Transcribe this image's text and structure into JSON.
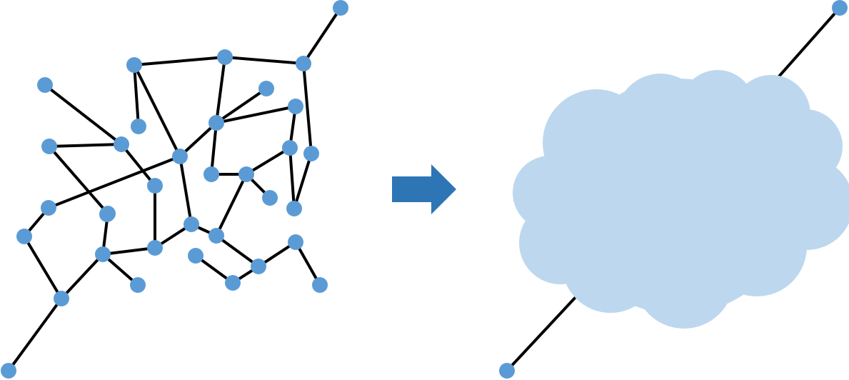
{
  "diagram": {
    "colors": {
      "node": "#5b9bd5",
      "edge": "#000000",
      "arrow": "#2e75b6",
      "cloud": "#bdd7ee"
    },
    "left_network": {
      "nodes": [
        "n01",
        "n02",
        "n03",
        "n04",
        "n05",
        "n06",
        "n07",
        "n08",
        "n09",
        "n10",
        "n11",
        "n12",
        "n13",
        "n14",
        "n15",
        "n16",
        "n17",
        "n18",
        "n19",
        "n20",
        "n21",
        "n22",
        "n23",
        "n24",
        "n25",
        "n26",
        "n27",
        "n28",
        "n29",
        "n30",
        "n31",
        "n32",
        "n33",
        "n34",
        "n35",
        "n36",
        "n37",
        "n38"
      ],
      "edges": [
        [
          "n01",
          "n02"
        ],
        [
          "n02",
          "n04"
        ],
        [
          "n04",
          "n03"
        ],
        [
          "n03",
          "n04"
        ],
        [
          "n03",
          "n05"
        ],
        [
          "n03",
          "n06"
        ],
        [
          "n05",
          "n10"
        ],
        [
          "n06",
          "n11"
        ],
        [
          "n04",
          "n09"
        ],
        [
          "n09",
          "n14"
        ],
        [
          "n09",
          "n07"
        ],
        [
          "n09",
          "n12"
        ],
        [
          "n08",
          "n09"
        ],
        [
          "n10",
          "n12"
        ],
        [
          "n13",
          "n12"
        ],
        [
          "n13",
          "n14"
        ],
        [
          "n13",
          "n09"
        ],
        [
          "n07",
          "n16"
        ],
        [
          "n16",
          "n19"
        ],
        [
          "n15",
          "n16"
        ],
        [
          "n16",
          "n20"
        ],
        [
          "n20",
          "n17"
        ],
        [
          "n10",
          "n18"
        ],
        [
          "n18",
          "n21"
        ],
        [
          "n21",
          "n22"
        ],
        [
          "n22",
          "n24"
        ],
        [
          "n24",
          "n25"
        ],
        [
          "n24",
          "n26"
        ],
        [
          "n25",
          "n27"
        ],
        [
          "n25",
          "n23"
        ],
        [
          "n23",
          "n21"
        ],
        [
          "n23",
          "n28"
        ],
        [
          "n27",
          "n28"
        ],
        [
          "n27",
          "n30"
        ],
        [
          "n30",
          "n31"
        ],
        [
          "n31",
          "n32"
        ],
        [
          "n32",
          "n29"
        ],
        [
          "n32",
          "n33"
        ],
        [
          "n26",
          "n34"
        ],
        [
          "n34",
          "n35"
        ],
        [
          "n11",
          "n36"
        ],
        [
          "n36",
          "n37"
        ],
        [
          "n35",
          "n38"
        ]
      ]
    },
    "right_network": {
      "nodes": [
        "entry",
        "exit"
      ]
    }
  }
}
